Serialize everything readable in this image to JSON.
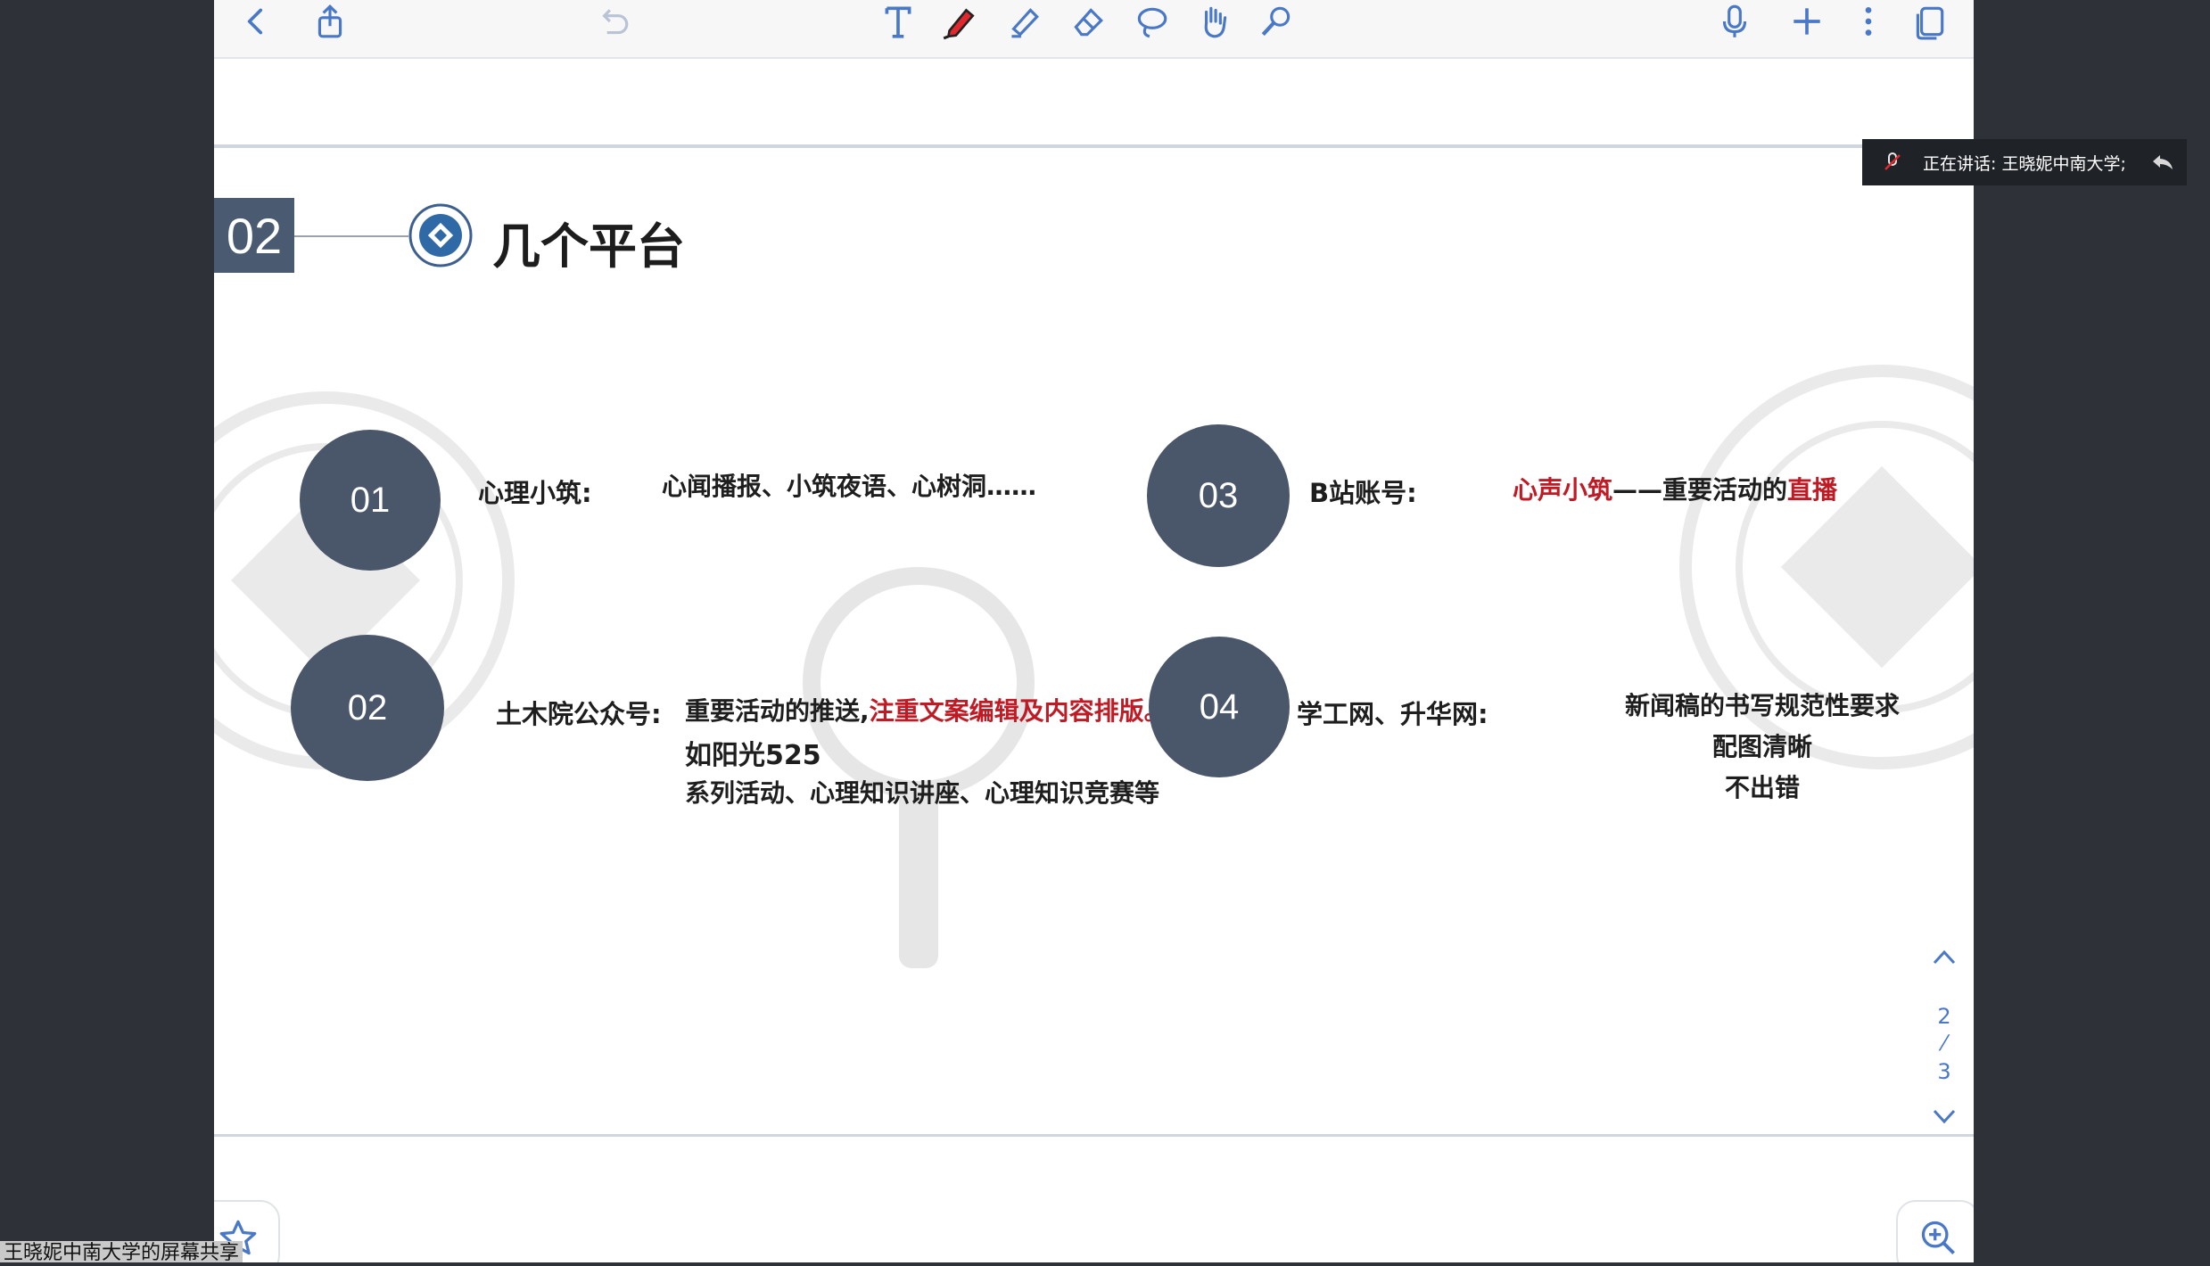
{
  "toolbar": {
    "icons": [
      "back-icon",
      "share-icon",
      "undo-icon",
      "text-tool-icon",
      "pen-tool-icon",
      "highlighter-icon",
      "eraser-icon",
      "lasso-icon",
      "hand-tool-icon",
      "laser-pointer-icon",
      "microphone-icon",
      "add-page-icon",
      "more-icon",
      "pages-icon"
    ],
    "accent": "#e0282e"
  },
  "slide": {
    "section_number": "02",
    "title": "几个平台",
    "items": [
      {
        "num": "01",
        "label": "心理小筑:",
        "desc_red": "心闻播报、小筑夜语、心树洞……"
      },
      {
        "num": "02",
        "label": "土木院公众号:",
        "desc_prefix": "重要活动的推送,",
        "desc_red": "注重文案编辑及内容排版。",
        "line2": "如阳光525",
        "line3": "系列活动、心理知识讲座、心理知识竞赛等"
      },
      {
        "num": "03",
        "label": "B站账号:",
        "desc_red": "心声小筑",
        "desc_mid": "——重要活动的",
        "desc_red2": "直播"
      },
      {
        "num": "04",
        "label": "学工网、升华网:",
        "lines": [
          "新闻稿的书写规范性要求",
          "配图清晰",
          "不出错"
        ]
      }
    ]
  },
  "pager": {
    "current": "2",
    "total": "3"
  },
  "speaking": {
    "text": "正在讲话: 王晓妮中南大学;"
  },
  "share": {
    "label": "王晓妮中南大学的屏幕共享"
  }
}
